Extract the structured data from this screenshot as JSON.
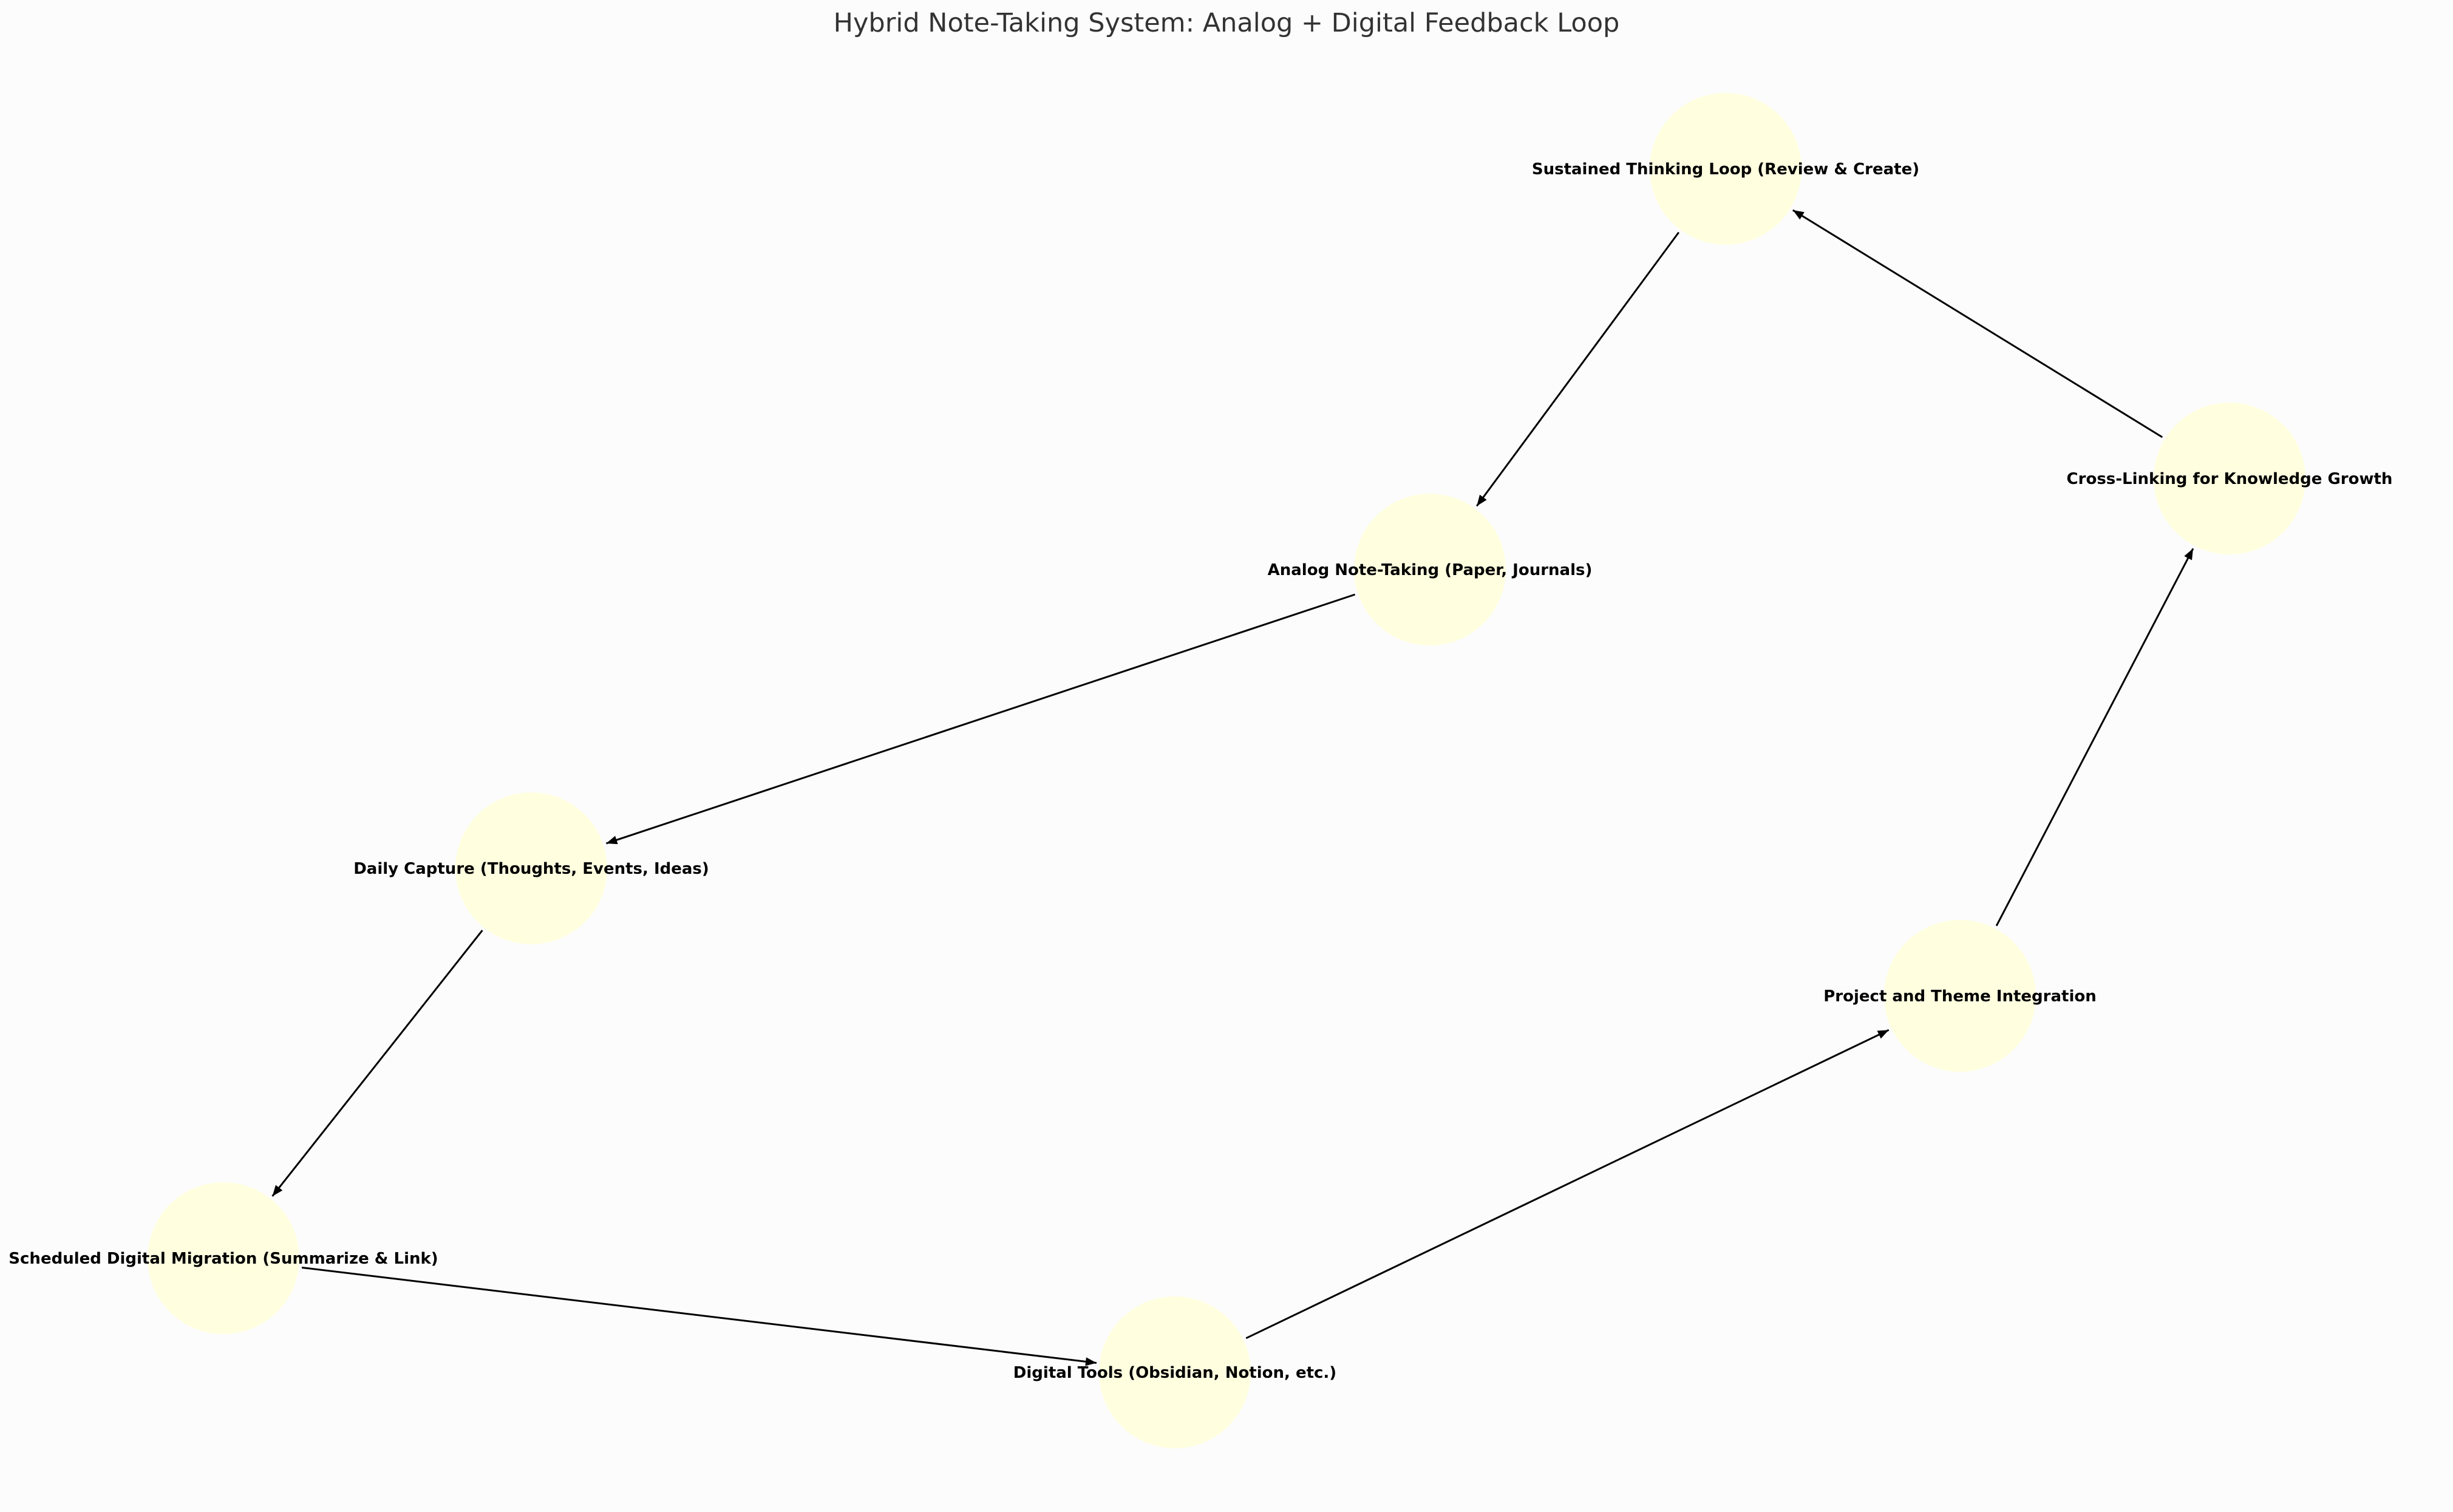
{
  "title": "Hybrid Note-Taking System: Analog + Digital Feedback Loop",
  "colors": {
    "node_fill": "#ffffe0",
    "edge": "#000000",
    "background": "#fcfcfc",
    "title": "#333333"
  },
  "nodes": [
    {
      "id": "sustained",
      "label": "Sustained Thinking Loop (Review & Create)"
    },
    {
      "id": "crosslink",
      "label": "Cross-Linking for Knowledge Growth"
    },
    {
      "id": "analog",
      "label": "Analog Note-Taking (Paper, Journals)"
    },
    {
      "id": "daily",
      "label": "Daily Capture (Thoughts, Events, Ideas)"
    },
    {
      "id": "project",
      "label": "Project and Theme Integration"
    },
    {
      "id": "migration",
      "label": "Scheduled Digital Migration (Summarize & Link)"
    },
    {
      "id": "digital",
      "label": "Digital Tools (Obsidian, Notion, etc.)"
    }
  ],
  "edges": [
    {
      "from": "analog",
      "to": "daily"
    },
    {
      "from": "daily",
      "to": "migration"
    },
    {
      "from": "migration",
      "to": "digital"
    },
    {
      "from": "digital",
      "to": "project"
    },
    {
      "from": "project",
      "to": "crosslink"
    },
    {
      "from": "crosslink",
      "to": "sustained"
    },
    {
      "from": "sustained",
      "to": "analog"
    }
  ]
}
